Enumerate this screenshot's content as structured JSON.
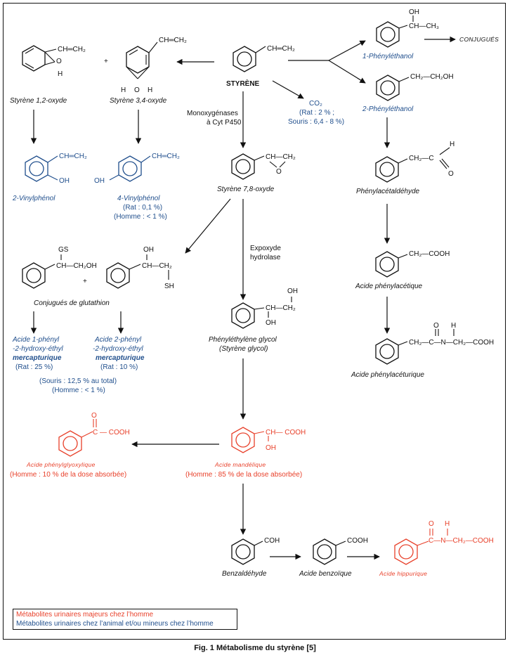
{
  "figure": {
    "caption": "Fig. 1 Métabolisme du styrène [5]",
    "colors": {
      "major_human": "#e8402a",
      "animal_minor": "#1f4e8c",
      "neutral": "#111111"
    }
  },
  "compounds": {
    "styrene": {
      "name": "STYRÈNE",
      "group": "CH═CH₂"
    },
    "oxide12": {
      "name": "Styrène 1,2-oxyde",
      "group": "CH═CH₂",
      "o": "O",
      "h": "H"
    },
    "oxide34": {
      "name": "Styrène 3,4-oxyde",
      "group": "CH═CH₂",
      "h1": "H",
      "o": "O",
      "h2": "H"
    },
    "vinylphenol2": {
      "name": "2-Vinylphénol",
      "group": "CH═CH₂",
      "oh": "OH"
    },
    "vinylphenol4": {
      "name": "4-Vinylphénol",
      "group": "CH═CH₂",
      "oh": "OH",
      "rat": "(Rat : 0,1 %)",
      "human": "(Homme : < 1 %)"
    },
    "oxide78": {
      "name": "Styrène 7,8-oxyde",
      "group": "CH—CH₂",
      "o": "O"
    },
    "gsh": {
      "name": "Conjugués de glutathion",
      "plus": "+",
      "gs": "GS",
      "group1": "CH—CH₂OH",
      "oh": "OH",
      "group2": "CH—CH₂",
      "sh": "SH"
    },
    "merc1": {
      "line1": "Acide 1-phényl",
      "line2": "-2-hydroxy-éthyl",
      "line3": "mercapturique",
      "rat": "(Rat : 25 %)"
    },
    "merc2": {
      "line1": "Acide 2-phényl",
      "line2": "-2-hydroxy-éthyl",
      "line3": "mercapturique",
      "rat": "(Rat : 10 %)"
    },
    "merc_total": {
      "mouse": "(Souris : 12,5 % au total)",
      "human": "(Homme : < 1 %)"
    },
    "glycol": {
      "name": "Phényléthylène glycol",
      "alt": "(Styrène glycol)",
      "oh_top": "OH",
      "group": "CH—CH₂",
      "oh_bot": "OH"
    },
    "mandelic": {
      "name": "Acide mandélique",
      "note": "(Homme : 85 % de la dose absorbée)",
      "group": "CH— COOH",
      "oh": "OH"
    },
    "phenylglyoxylic": {
      "name": "Acide phénylglyoxylique",
      "note": "(Homme : 10 % de la dose absorbée)",
      "o": "O",
      "group": "C — COOH"
    },
    "benzaldehyde": {
      "name": "Benzaldéhyde",
      "group": "COH"
    },
    "benzoic": {
      "name": "Acide benzoïque",
      "group": "COOH"
    },
    "hippuric": {
      "name": "Acide hippurique",
      "o": "O",
      "h": "H",
      "group": "C—N—CH₂—COOH"
    },
    "phenylethanol1": {
      "name": "1-Phényléthanol",
      "oh": "OH",
      "group": "CH—CH₃",
      "conj": "CONJUGUÉS"
    },
    "phenylethanol2": {
      "name": "2-Phényléthanol",
      "group": "CH₂—CH₂OH"
    },
    "phenylacetaldehyde": {
      "name": "Phénylacétaldéhyde",
      "group": "CH₂—C",
      "h": "H",
      "o": "O"
    },
    "phenylacetic": {
      "name": "Acide phénylacétique",
      "group": "CH₂—COOH"
    },
    "phenylaceturic": {
      "name": "Acide phénylacéturique",
      "o": "O",
      "h": "H",
      "group": "CH₂—C—N—CH₂—COOH"
    }
  },
  "labels": {
    "plus": "+",
    "mono1": "Monoxygénases",
    "mono2": "à Cyt P450",
    "co2": "CO₂",
    "co2_rat": "(Rat : 2 % ;",
    "co2_mouse": "Souris : 6,4 - 8 %)",
    "epox1": "Expoxyde",
    "epox2": "hydrolase"
  },
  "legend": {
    "major": "Métabolites urinaires majeurs chez l’homme",
    "minor": "Métabolites urinaires chez l’animal et/ou mineurs chez l’homme"
  }
}
